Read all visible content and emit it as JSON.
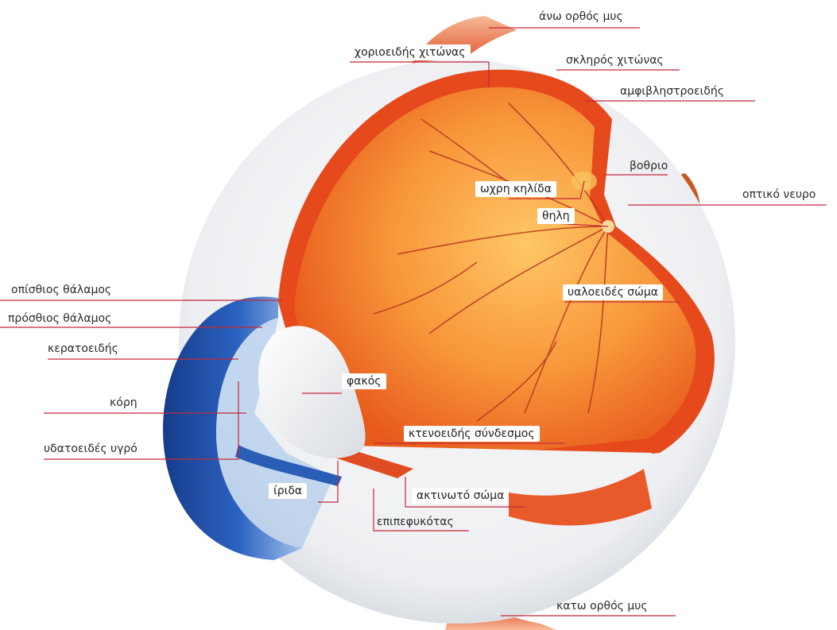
{
  "labels": {
    "ano_orthos_mys": "άνω ορθός μυς",
    "chorioeidis_chitonas": "χοριοειδής χιτώνας",
    "skliros_chitonas": "σκληρός χιτώνας",
    "amfivlistroeidis": "αμφιβληστροειδής",
    "vothrio": "βοθριο",
    "ochri_kilida": "ωχρη κηλίδα",
    "optiko_neyro": "οπτικό νευρο",
    "thili": "θηλη",
    "opisthios_thalamos": "οπίσθιος θάλαμος",
    "yaloeides_soma": "υαλοειδές σώμα",
    "prosthios_thalamos": "πρόσθιος θάλαμος",
    "keratoeidis": "κερατοειδής",
    "fakos": "φακός",
    "kori": "κόρη",
    "ktenoeidis_syndesmos": "κτενοειδής σύνδεσμος",
    "ydatoeides_ygro": "υδατοειδές υγρό",
    "irida": "ίριδα",
    "aktinoto_soma": "ακτινωτό σώμα",
    "epipefykotas": "επιπεφυκότας",
    "kato_orthos_mys": "κατω ορθός μυς"
  },
  "colors": {
    "leader_line": "#c4283a",
    "retina_orange": "#f2731f",
    "vitreous_inner": "#f7b04a",
    "sclera_white": "#eef0f2",
    "cornea_blue": "#1f4fa8",
    "muscle_red": "#e0512a",
    "vessel_red": "#b8361c"
  }
}
